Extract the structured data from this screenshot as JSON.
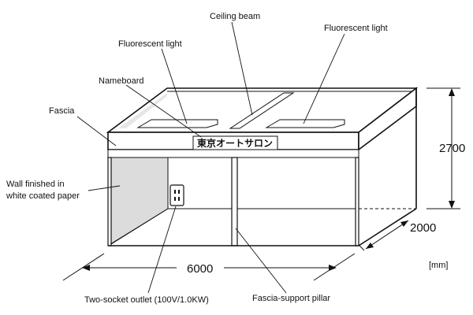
{
  "labels": {
    "ceiling_beam": "Ceiling beam",
    "fluorescent_light_left": "Fluorescent light",
    "fluorescent_light_right": "Fluorescent light",
    "nameboard": "Nameboard",
    "fascia": "Fascia",
    "wall_line1": "Wall finished in",
    "wall_line2": "white coated paper",
    "outlet": "Two-socket outlet (100V/1.0KW)",
    "pillar": "Fascia-support pillar"
  },
  "nameboard_text": "東京オートサロン",
  "dimensions": {
    "height": "2700",
    "depth": "2000",
    "width": "6000",
    "unit": "[mm]"
  }
}
